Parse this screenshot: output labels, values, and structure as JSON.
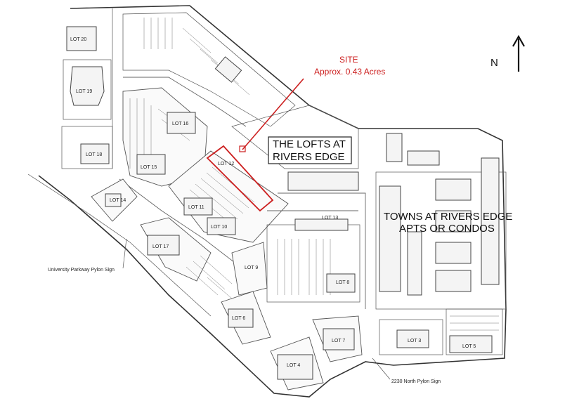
{
  "site_callout": {
    "title": "SITE",
    "area": "Approx. 0.43 Acres",
    "color": "#cc1f1f"
  },
  "north_arrow": {
    "label": "N",
    "icon": "arrow-up-icon"
  },
  "developments": {
    "lofts_line1": "THE LOFTS AT",
    "lofts_line2": "RIVERS EDGE",
    "towns_line1": "TOWNS AT RIVERS EDGE",
    "towns_line2": "APTS OR CONDOS"
  },
  "lots": {
    "lot20": "LOT 20",
    "lot19": "LOT 19",
    "lot18": "LOT 18",
    "lot16": "LOT 16",
    "lot15": "LOT 15",
    "lot14": "LOT 14",
    "lot12": "LOT 12",
    "lot11": "LOT 11",
    "lot10": "LOT 10",
    "lot13": "LOT 13",
    "lot17": "LOT 17",
    "lot9": "LOT 9",
    "lot8": "LOT 8",
    "lot6": "LOT 6",
    "lot7": "LOT 7",
    "lot4": "LOT 4",
    "lot3": "LOT 3",
    "lot5": "LOT 5"
  },
  "signs": {
    "university": "University Parkway Pylon Sign",
    "north": "2230 North Pylon Sign"
  }
}
